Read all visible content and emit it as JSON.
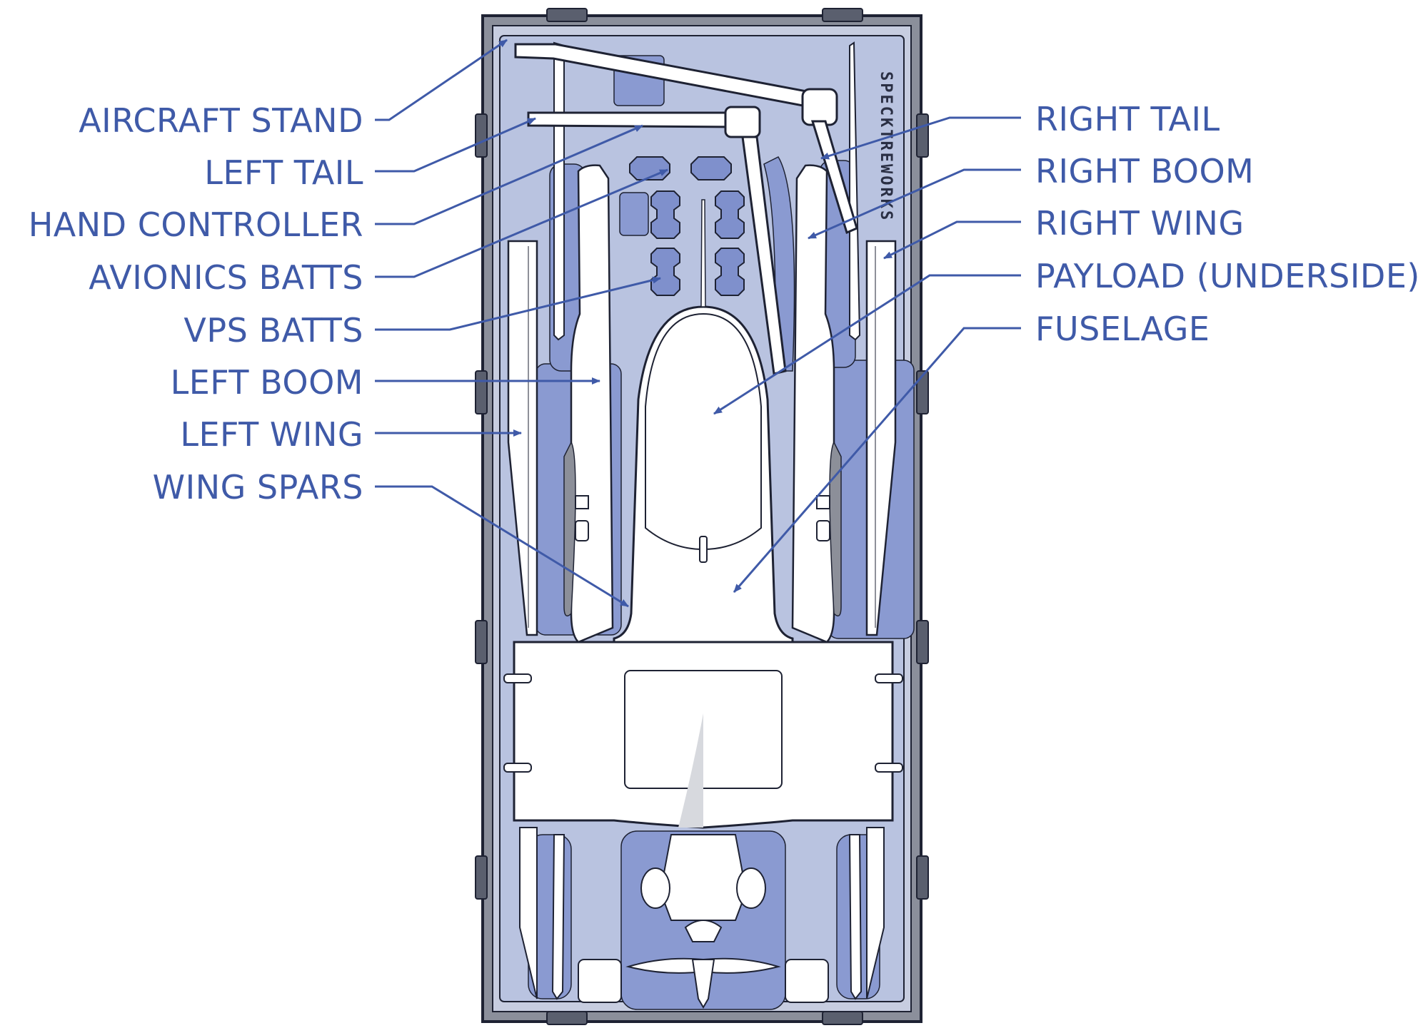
{
  "colors": {
    "label": "#3f5aa8",
    "leader": "#3f5aa8",
    "case_frame": "#6e7382",
    "foam": "#b9c3e0",
    "pocket": "#8a9ad1",
    "part_fill": "#ffffff",
    "outline": "#1e2233"
  },
  "brand_text": "SPECKTREWORKS",
  "labels_left": [
    {
      "id": "aircraft-stand",
      "text": "AIRCRAFT STAND"
    },
    {
      "id": "left-tail",
      "text": "LEFT TAIL"
    },
    {
      "id": "hand-controller",
      "text": "HAND CONTROLLER"
    },
    {
      "id": "avionics-batts",
      "text": "AVIONICS BATTS"
    },
    {
      "id": "vps-batts",
      "text": "VPS BATTS"
    },
    {
      "id": "left-boom",
      "text": "LEFT BOOM"
    },
    {
      "id": "left-wing",
      "text": "LEFT WING"
    },
    {
      "id": "wing-spars",
      "text": "WING SPARS"
    }
  ],
  "labels_right": [
    {
      "id": "right-tail",
      "text": "RIGHT TAIL"
    },
    {
      "id": "right-boom",
      "text": "RIGHT BOOM"
    },
    {
      "id": "right-wing",
      "text": "RIGHT WING"
    },
    {
      "id": "payload-underside",
      "text": "PAYLOAD (UNDERSIDE)"
    },
    {
      "id": "fuselage",
      "text": "FUSELAGE"
    }
  ]
}
